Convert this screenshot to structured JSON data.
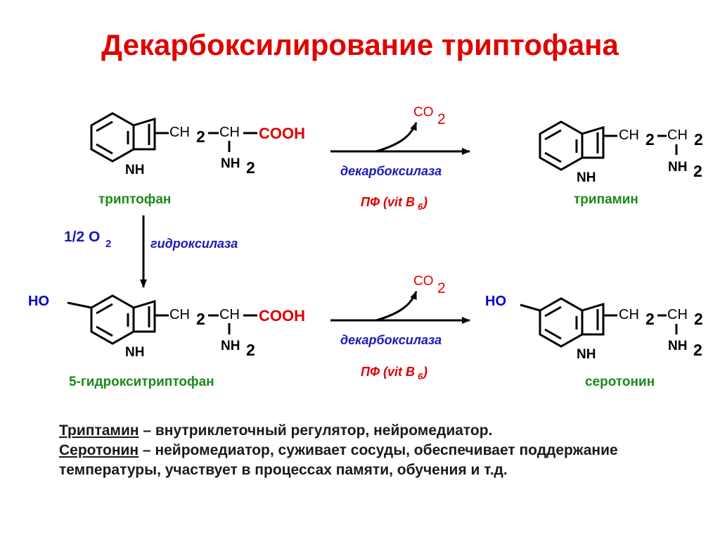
{
  "title": "Декарбоксилирование триптофана",
  "chem": {
    "ch2": "CH",
    "ch": "CH",
    "cooh": "COOH",
    "nh2": "NH",
    "nh": "NH",
    "ho": "HO",
    "sub2": "2"
  },
  "names": {
    "tryptophan": "триптофан",
    "tryptamine": "трипамин",
    "hydroxytryptophan": "5-гидрокситриптофан",
    "serotonin": "серотонин"
  },
  "reaction": {
    "co2": "CO",
    "co2_sub": "2",
    "enzyme": "декарбоксилаза",
    "cofactor": "ПФ (vit B",
    "cofactor_sub": "6",
    "cofactor_end": ")",
    "o2": "1/2 O",
    "o2_sub": "2",
    "hydroxylase": "гидроксилаза"
  },
  "notes": [
    {
      "term": "Триптамин",
      "text": " – внутриклеточный регулятор, нейромедиатор."
    },
    {
      "term": "Серотонин",
      "text": " – нейромедиатор, суживает сосуды, обеспечивает поддержание температуры, участвует в процессах памяти, обучения и т.д."
    }
  ],
  "colors": {
    "title": "#e00000",
    "compound_name": "#1a8a1a",
    "enzyme": "#1a1ab8",
    "cofactor": "#e00000",
    "hydroxyl": "#0000cc"
  }
}
